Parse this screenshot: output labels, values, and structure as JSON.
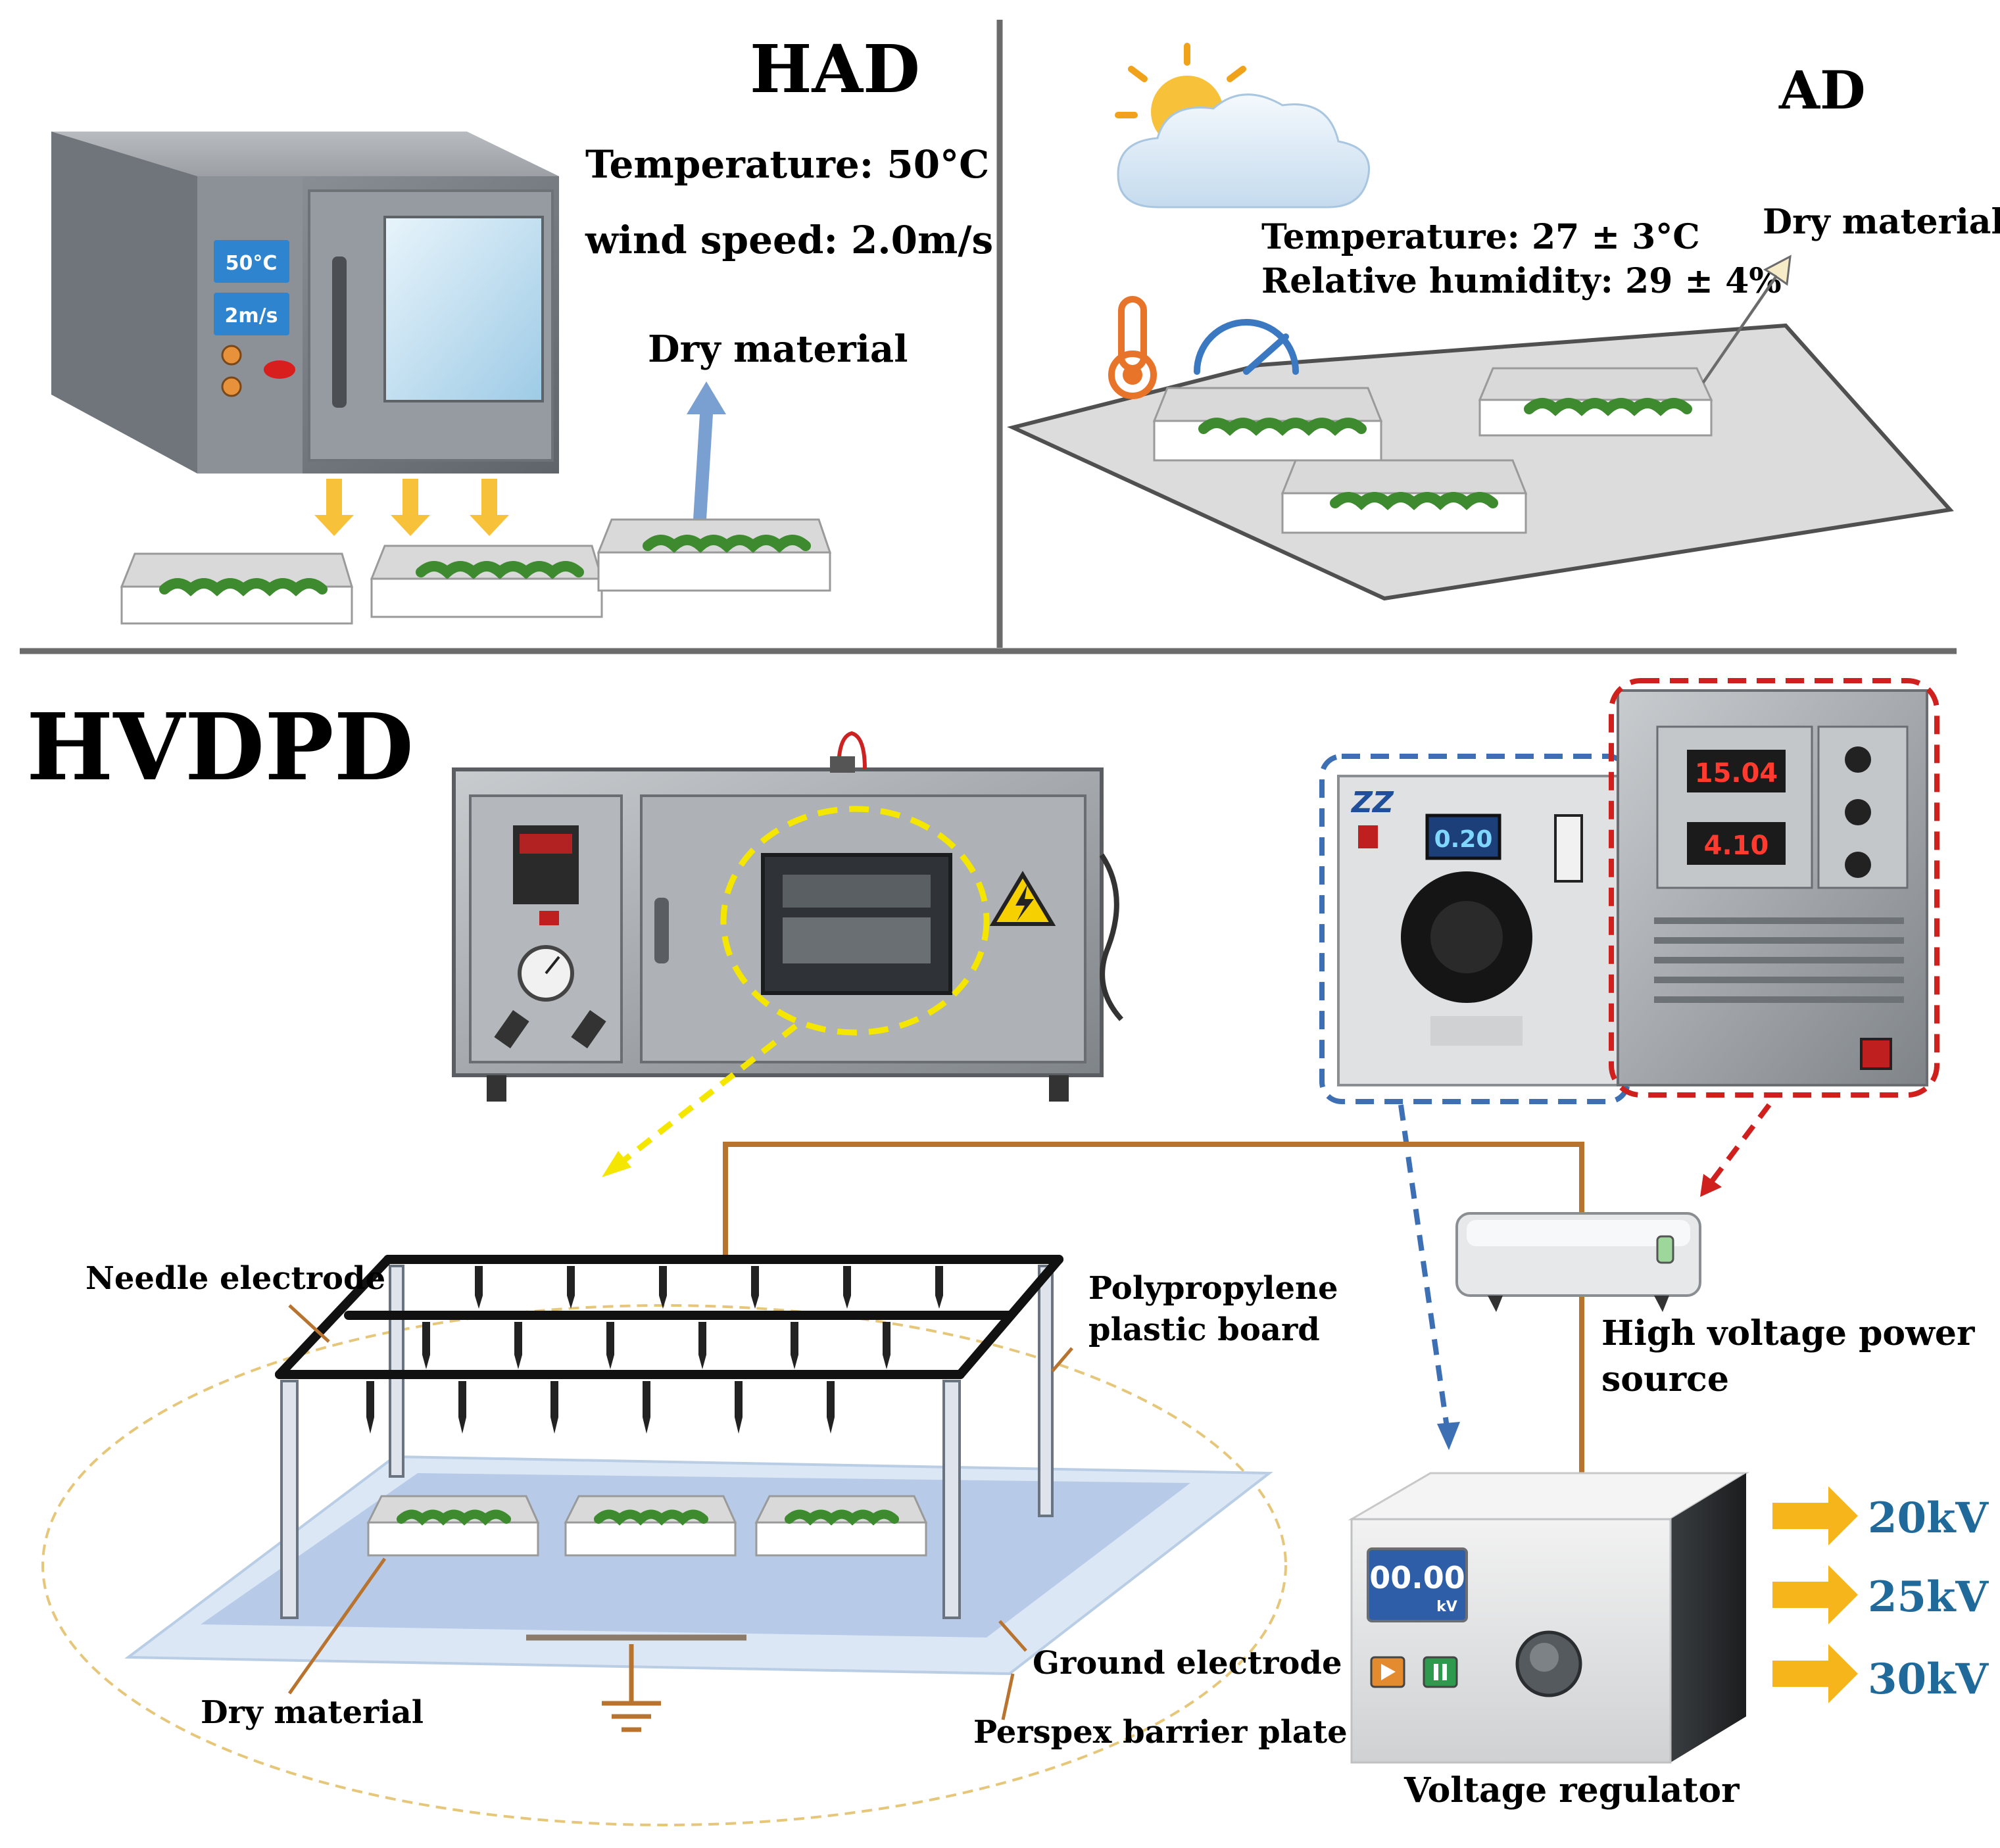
{
  "had": {
    "title": "HAD",
    "temperature_label": "Temperature: 50°C",
    "wind_label": "wind speed: 2.0m/s",
    "oven_display_temp": "50°C",
    "oven_display_wind": "2m/s",
    "dry_material_label": "Dry material"
  },
  "ad": {
    "title": "AD",
    "temperature_label": "Temperature: 27 ± 3°C",
    "humidity_label": "Relative humidity: 29 ± 4%",
    "dry_material_label": "Dry material"
  },
  "hvdpd": {
    "title": "HVDPD",
    "needle_electrode_label": "Needle electrode",
    "pp_board_label_line1": "Polypropylene",
    "pp_board_label_line2": "plastic board",
    "dry_material_label": "Dry material",
    "ground_electrode_label": "Ground electrode",
    "perspex_label": "Perspex barrier plate",
    "hv_source_label_line1": "High voltage power",
    "hv_source_label_line2": "source",
    "voltage_regulator_label": "Voltage regulator",
    "regulator_display_value": "00.00",
    "regulator_display_unit": "kV",
    "voltages": [
      "20kV",
      "25kV",
      "30kV"
    ],
    "photo_display_1": "15.04",
    "photo_display_2": "4.10",
    "photo_display_3": "0.20"
  },
  "colors": {
    "divider": "#6b6b6b",
    "arrow_yellow": "#f7c23a",
    "arrow_blue": "#7aa0d2",
    "dash_yellow": "#f5e600",
    "dash_blue": "#3c6fb4",
    "dash_red": "#d0201e",
    "wire": "#b8732e",
    "voltage_text": "#1f6a9a",
    "leaf_green": "#3e8a2e",
    "plate_blue": "#b7cbe8"
  }
}
